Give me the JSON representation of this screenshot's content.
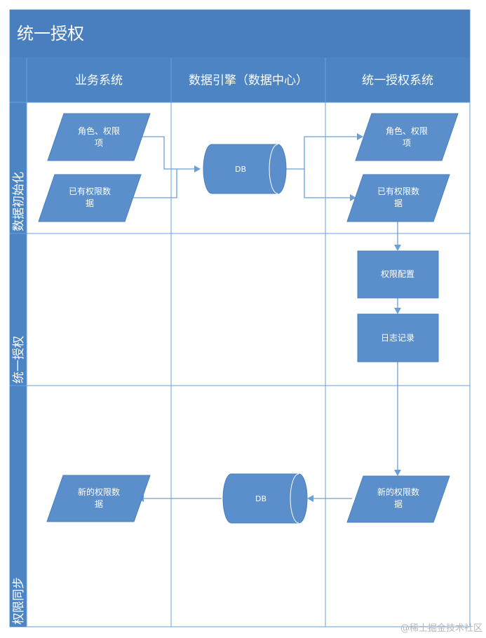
{
  "title": "统一授权",
  "columns": [
    "业务系统",
    "数据引擎（数据中心）",
    "统一授权系统"
  ],
  "lanes": [
    "数据初始化",
    "统一授权",
    "权限同步"
  ],
  "nodes": {
    "biz_roles": [
      "角色、权限",
      "项"
    ],
    "biz_existing": [
      "已有权限数",
      "据"
    ],
    "db_init": [
      "DB"
    ],
    "auth_roles": [
      "角色、权限",
      "项"
    ],
    "auth_existing": [
      "已有权限数",
      "据"
    ],
    "perm_config": [
      "权限配置"
    ],
    "log_record": [
      "日志记录"
    ],
    "auth_new": [
      "新的权限数",
      "据"
    ],
    "db_sync": [
      "DB"
    ],
    "biz_new": [
      "新的权限数",
      "据"
    ]
  },
  "watermark": "@稀土掘金技术社区",
  "colors": {
    "header": "#4a7fbf",
    "lane_header": "#4d84c4",
    "shape_fill": "#5b8fcc",
    "line": "#6a9fd8"
  }
}
